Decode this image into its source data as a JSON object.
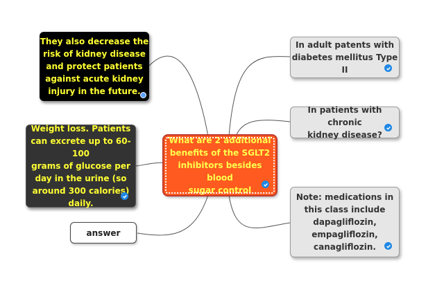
{
  "central_topic": {
    "text": "What are 2 additional benefits of the SGLT2 inhibitors besides blood sugar control",
    "lines": [
      "What are 2 additional",
      "benefits of the SGLT2",
      "inhibitors besides blood",
      "sugar control"
    ]
  },
  "left_topics": [
    {
      "lines": [
        "They also decrease the",
        "risk of kidney disease",
        "and protect patients",
        "against acute kidney",
        "injury in the future."
      ]
    },
    {
      "lines": [
        "Weight loss. Patients",
        "can excrete up to 60-100",
        "grams of glucose per",
        "day in the urine (so",
        "around 300 calories)",
        "daily."
      ]
    },
    {
      "lines": [
        "answer"
      ]
    }
  ],
  "right_topics": [
    {
      "lines": [
        "In adult patents with",
        "diabetes mellitus Type",
        "II"
      ]
    },
    {
      "lines": [
        "In patients with chronic",
        "kidney disease?"
      ]
    },
    {
      "lines": [
        "Note: medications in",
        "this class include",
        "dapagliflozin,",
        "empagliflozin,",
        "canagliflozin."
      ]
    }
  ],
  "colors": {
    "central_fill": "#ff5a1f",
    "central_text": "#ffff4d",
    "dark_fill": "#000000",
    "dark_text": "#ffff33",
    "gray_fill": "#e6e6e6",
    "connector": "#555555",
    "check": "#1e88e5"
  },
  "icons": {
    "check": "check-circle-icon",
    "attachment": "dot-icon"
  }
}
